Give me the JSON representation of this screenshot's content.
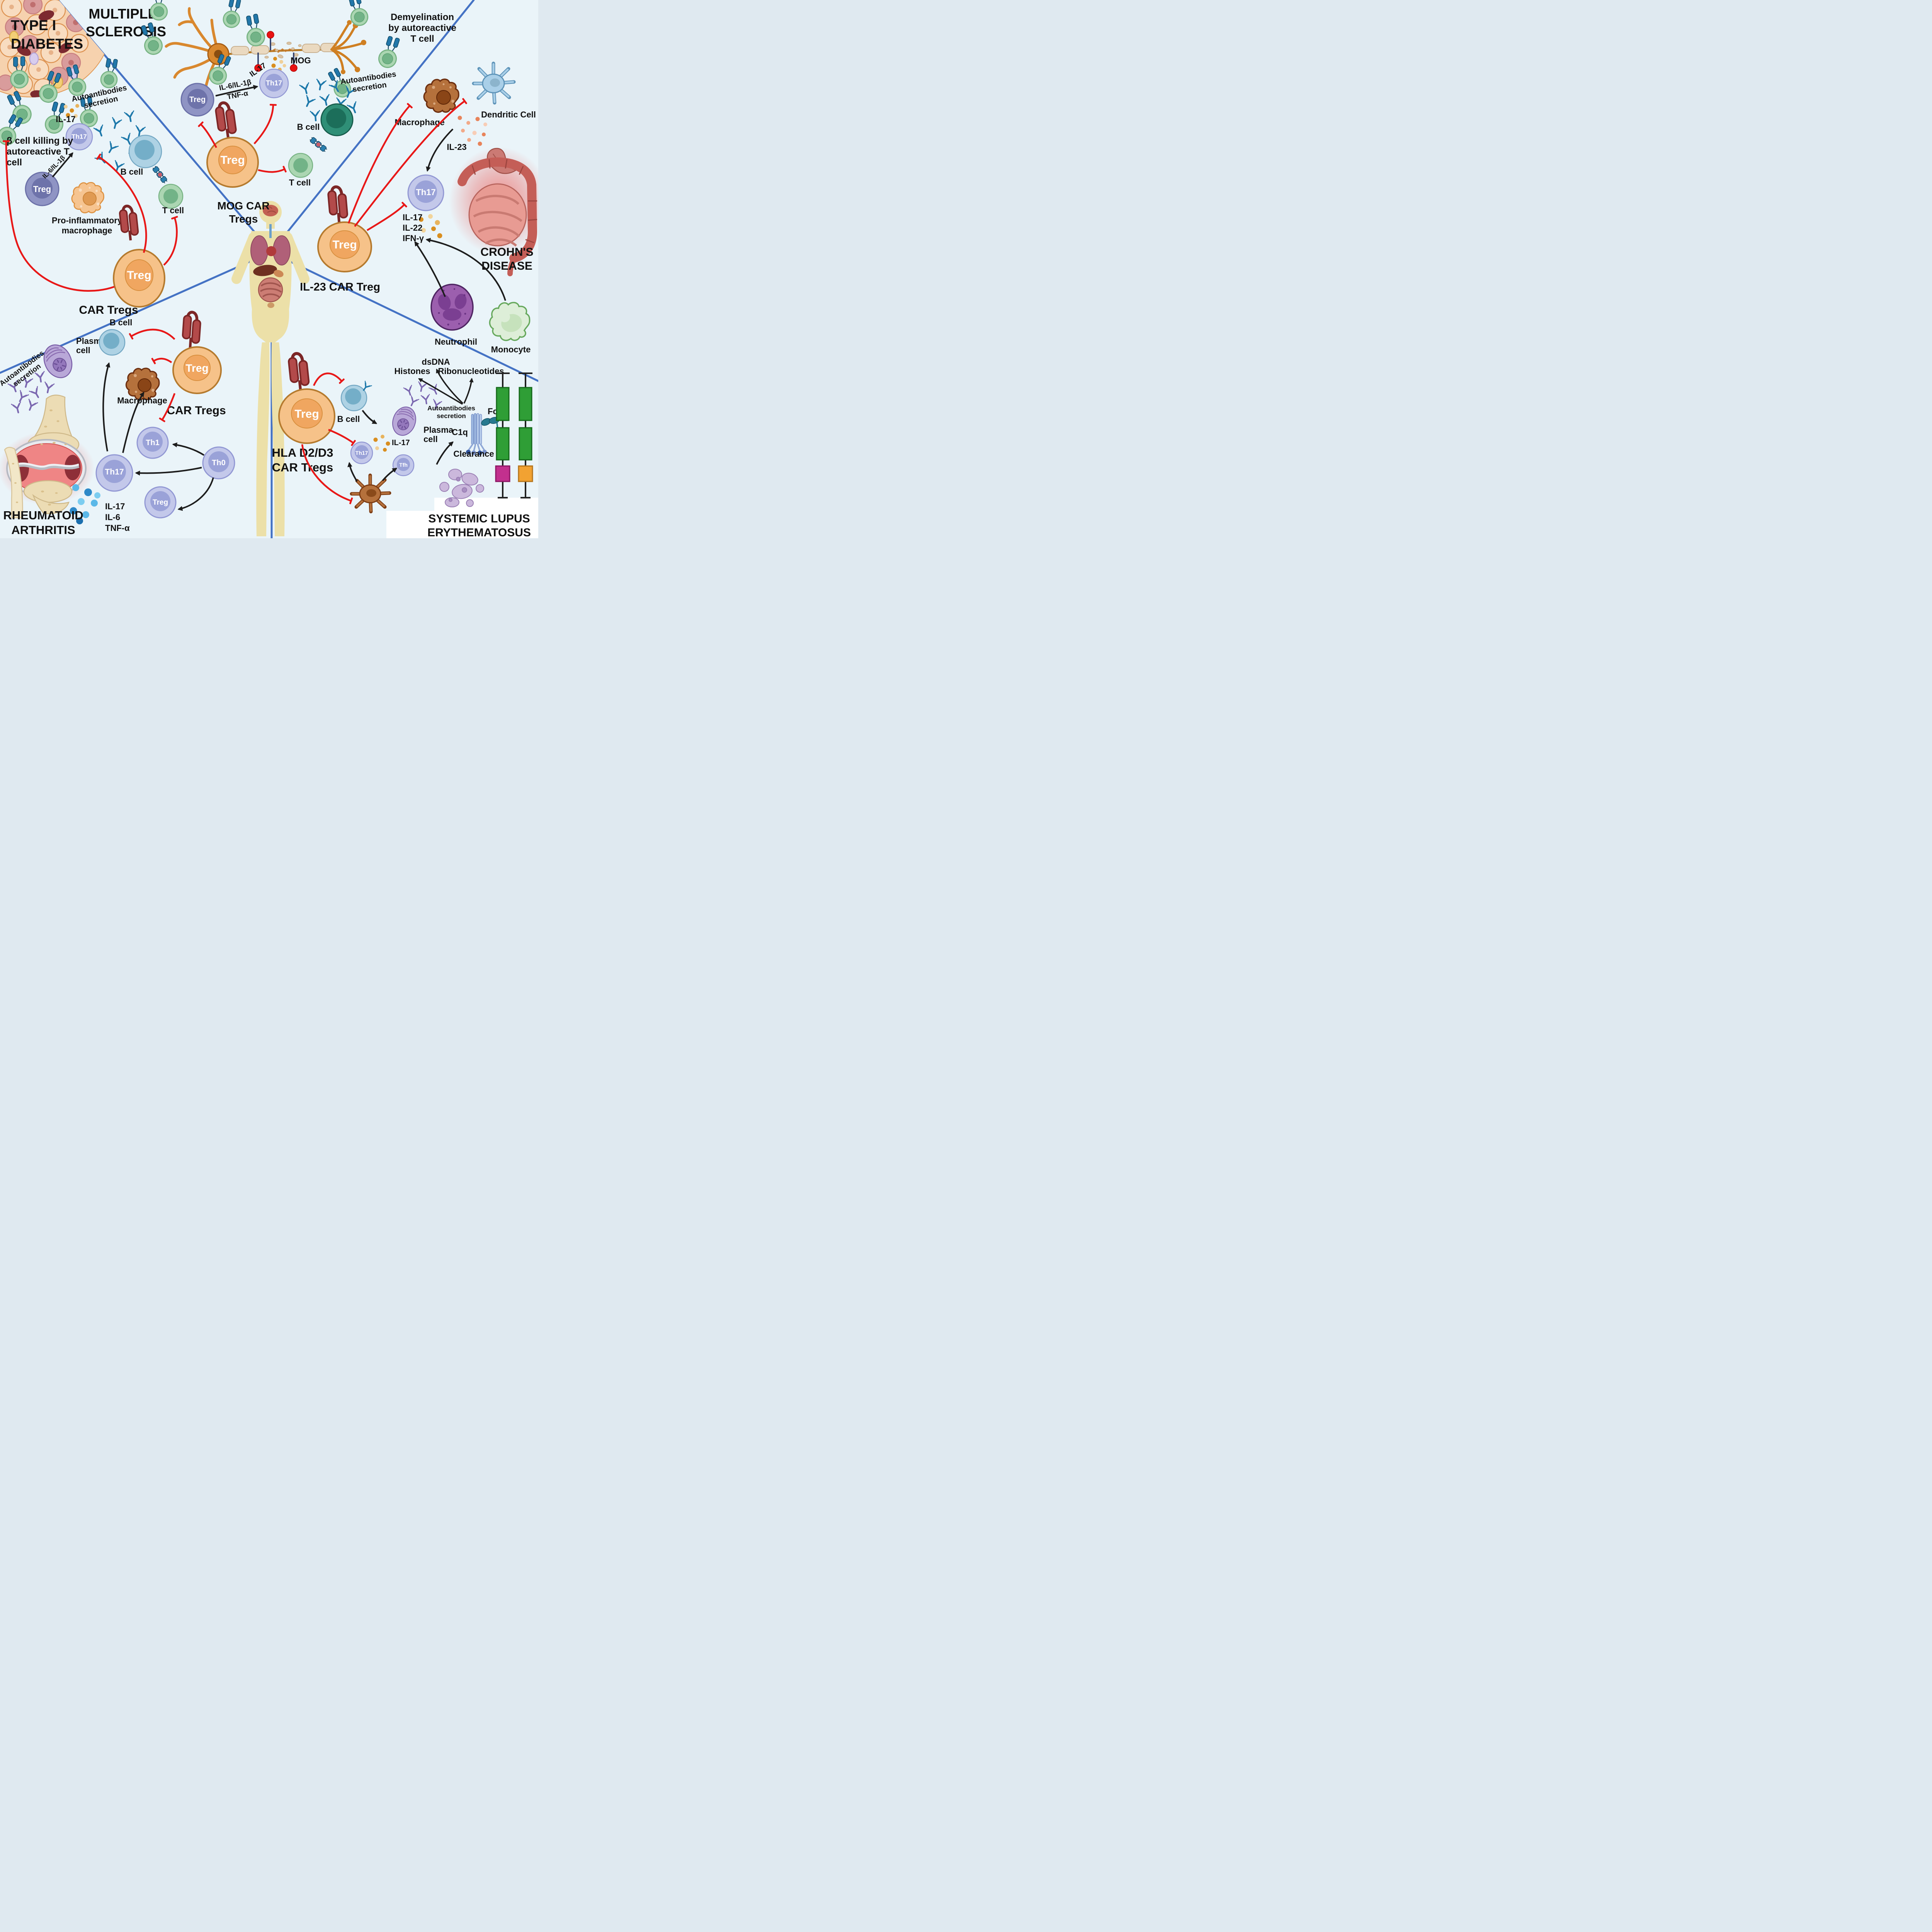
{
  "palette": {
    "background": "#eaf4f9",
    "divider_blue": "#4472c4",
    "inhibition_red": "#e81717",
    "activation_black": "#1c1c1c",
    "treg_orange": "#f6c289",
    "treg_purple": "#8f94c4",
    "th_cell_purple": "#c3c8ea",
    "t_cell_green": "#abd6b2",
    "b_cell_blue": "#aed2e4",
    "b_cell_dark_green": "#2f8f77",
    "car_receptor_red": "#b34a4a",
    "antibody_blue": "#2277aa",
    "antibody_purple": "#7b68b0",
    "macrophage_brown": "#b5713c",
    "dendritic_blue": "#a9cfe8",
    "neutrophil_purple": "#9c5fae",
    "monocyte_green": "#ddeed8",
    "construct_green": "#2f9e36",
    "construct_magenta": "#c2308e",
    "construct_orange": "#f2a232"
  },
  "t1d": {
    "title_1": "TYPE I",
    "title_2": "DIABETES",
    "autoantibodies_1": "Autoantibodies",
    "autoantibodies_2": "secretion",
    "il17": "IL-17",
    "beta_1": "β cell killing by",
    "beta_2": "autoreactive T",
    "beta_3": "cell",
    "il6": "IL-6/IL-1β",
    "treg": "Treg",
    "th17": "Th17",
    "b_cell": "B cell",
    "t_cell": "T cell",
    "macro_1": "Pro-inflammatory",
    "macro_2": "macrophage",
    "car_tregs": "CAR Tregs"
  },
  "ms": {
    "title_1": "MULTIPLE",
    "title_2": "SCLEROSIS",
    "demyel_1": "Demyelination",
    "demyel_2": "by autoreactive",
    "demyel_3": "T cell",
    "il17": "IL-17",
    "mog": "MOG",
    "il6": "IL-6/IL-1β",
    "tnf": "TNF-α",
    "treg": "Treg",
    "th17": "Th17",
    "autoantibodies_1": "Autoantibodies",
    "autoantibodies_2": "secretion",
    "b_cell": "B cell",
    "t_cell": "T cell",
    "car_1": "MOG CAR",
    "car_2": "Tregs"
  },
  "crohns": {
    "title_1": "CROHN'S",
    "title_2": "DISEASE",
    "macrophage": "Macrophage",
    "dendritic": "Dendritic Cell",
    "il23": "IL-23",
    "th17": "Th17",
    "cy_1": "IL-17",
    "cy_2": "IL-22",
    "cy_3": "IFN-γ",
    "car_label": "IL-23 CAR Treg",
    "treg": "Treg",
    "neutrophil": "Neutrophil",
    "monocyte": "Monocyte"
  },
  "ra": {
    "title_1": "RHEUMATOID",
    "title_2": "ARTHRITIS",
    "autoantibodies_1": "Autoantibodies",
    "autoantibodies_2": "secretion",
    "plasma_1": "Plasma",
    "plasma_2": "cell",
    "b_cell": "B cell",
    "macrophage": "Macrophage",
    "car_tregs": "CAR Tregs",
    "treg": "Treg",
    "th1": "Th1",
    "th17": "Th17",
    "th0": "Th0",
    "treg_cell": "Treg",
    "cy_1": "IL-17",
    "cy_2": "IL-6",
    "cy_3": "TNF-α"
  },
  "sle": {
    "title_1": "SYSTEMIC LUPUS",
    "title_2": "ERYTHEMATOSUS",
    "car_1": "HLA D2/D3",
    "car_2": "CAR Tregs",
    "treg": "Treg",
    "b_cell": "B cell",
    "plasma_1": "Plasma",
    "plasma_2": "cell",
    "th17": "Th17",
    "tfh": "Tfh",
    "il17": "IL-17",
    "autoantibodies_1": "Autoantibodies",
    "autoantibodies_2": "secretion",
    "histones": "Histones",
    "dsdna": "dsDNA",
    "ribo": "Ribonucleotides",
    "fcr": "FcR",
    "c1q": "C1q",
    "clearance": "Clearance"
  }
}
